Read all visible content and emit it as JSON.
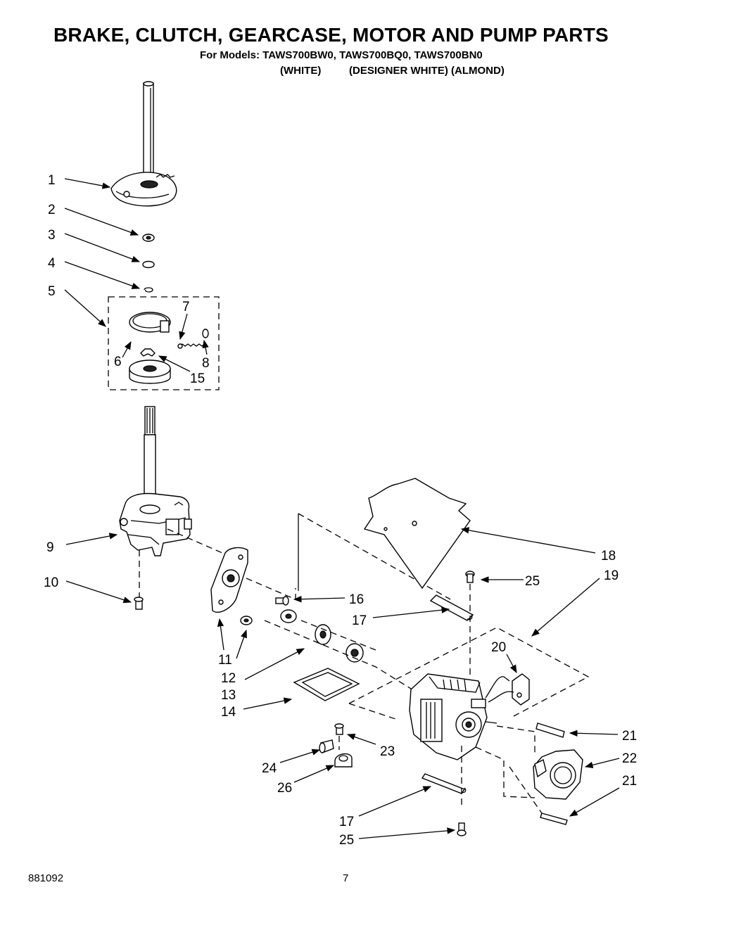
{
  "header": {
    "title": "BRAKE, CLUTCH, GEARCASE, MOTOR AND PUMP PARTS",
    "models": "For Models: TAWS700BW0, TAWS700BQ0, TAWS700BN0",
    "finish_white": "(WHITE)",
    "finish_other": "(DESIGNER WHITE) (ALMOND)"
  },
  "callouts": {
    "c1": "1",
    "c2": "2",
    "c3": "3",
    "c4": "4",
    "c5": "5",
    "c6": "6",
    "c7": "7",
    "c8": "8",
    "c9": "9",
    "c10": "10",
    "c11": "11",
    "c12": "12",
    "c13": "13",
    "c14": "14",
    "c15": "15",
    "c16": "16",
    "c17a": "17",
    "c17b": "17",
    "c18": "18",
    "c19": "19",
    "c20": "20",
    "c21a": "21",
    "c21b": "21",
    "c22": "22",
    "c23": "23",
    "c24": "24",
    "c25a": "25",
    "c25b": "25",
    "c26": "26"
  },
  "footer": {
    "doc_number": "881092",
    "page_number": "7"
  }
}
